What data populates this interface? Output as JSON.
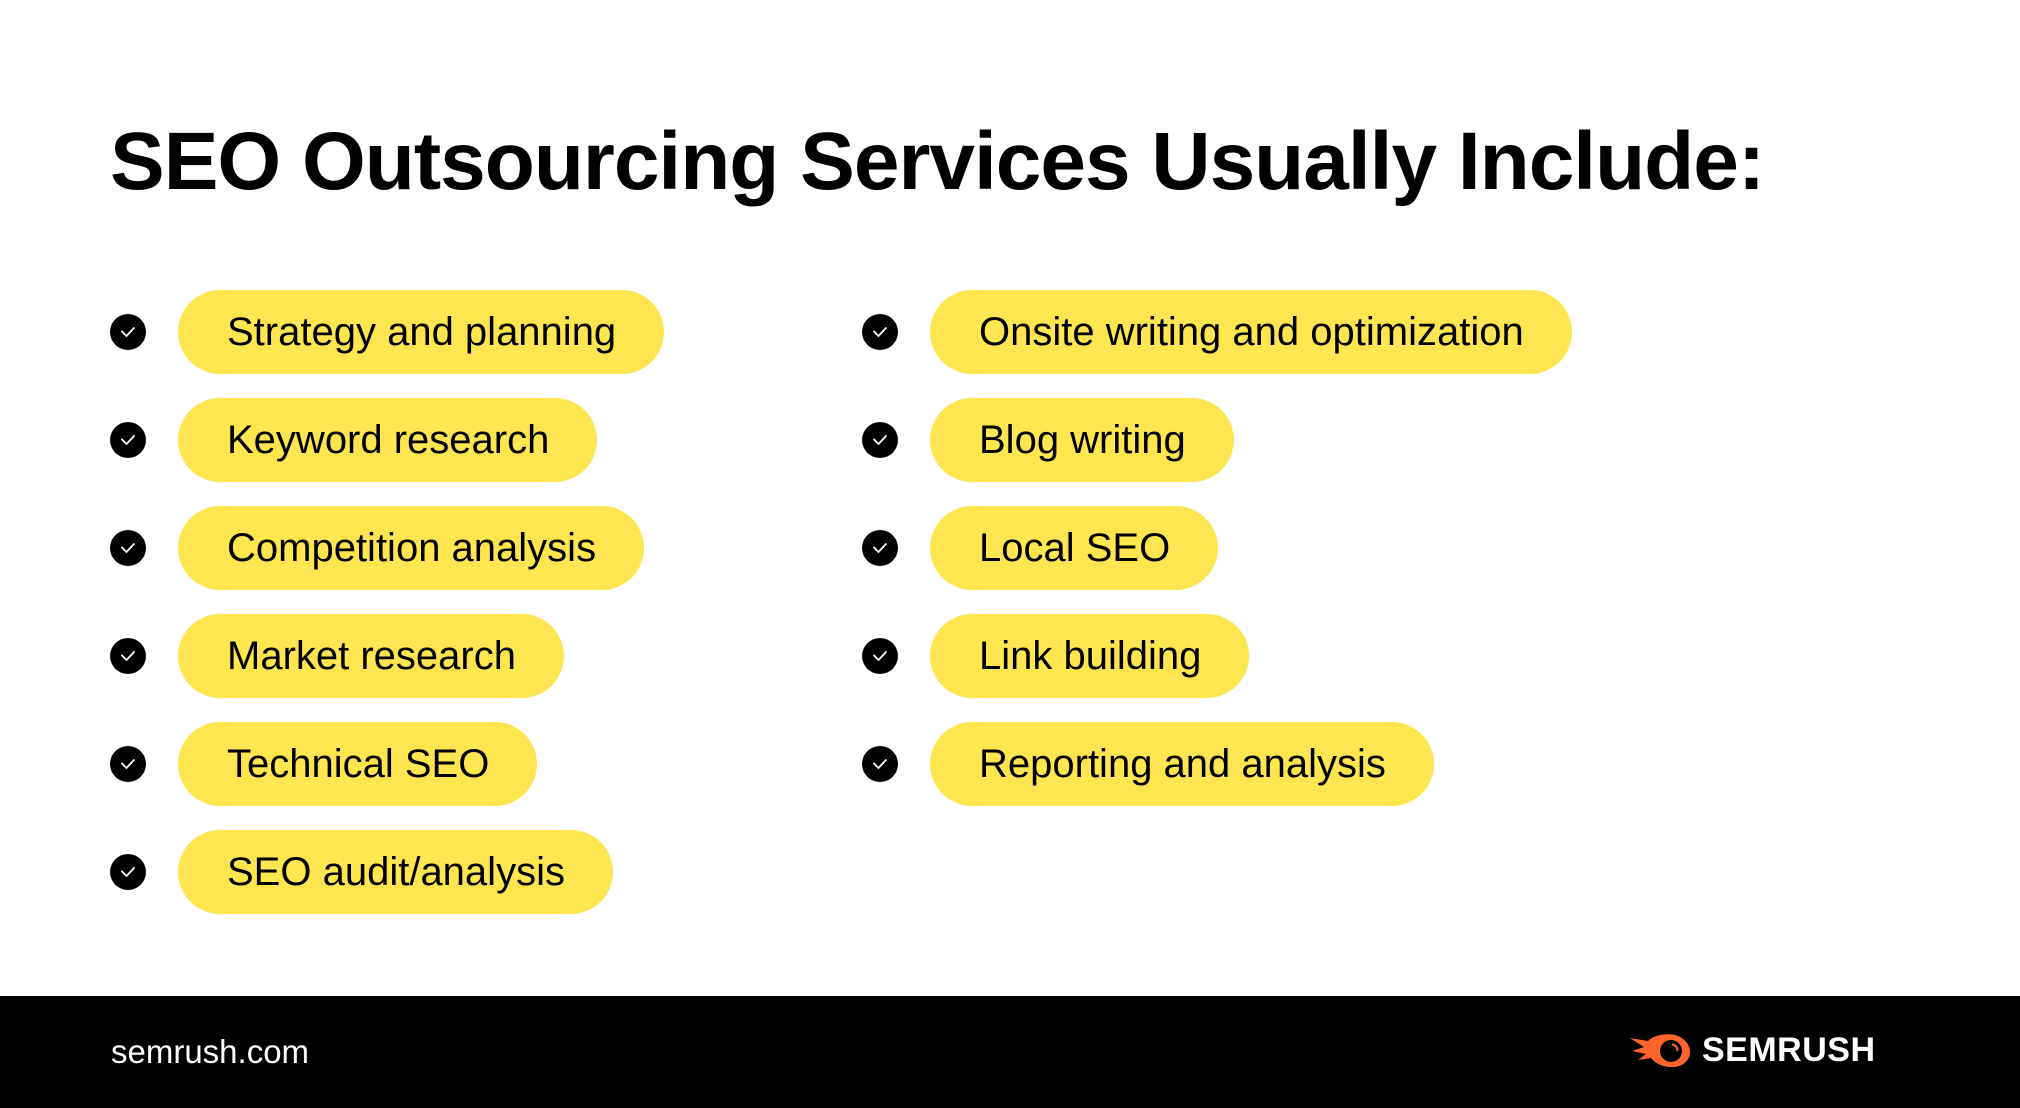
{
  "header": {
    "title": "SEO Outsourcing Services Usually Include:"
  },
  "services": {
    "left": [
      {
        "label": "Strategy and planning"
      },
      {
        "label": "Keyword research"
      },
      {
        "label": "Competition analysis"
      },
      {
        "label": "Market research"
      },
      {
        "label": "Technical SEO"
      },
      {
        "label": "SEO audit/analysis"
      }
    ],
    "right": [
      {
        "label": "Onsite writing and optimization"
      },
      {
        "label": "Blog writing"
      },
      {
        "label": "Local SEO"
      },
      {
        "label": "Link building"
      },
      {
        "label": "Reporting and analysis"
      }
    ],
    "bullet_icon": "check-circle-icon"
  },
  "footer": {
    "url": "semrush.com",
    "brand": "SEMRUSH",
    "logo_icon": "semrush-fireball-icon"
  },
  "colors": {
    "pill": "#FFE54F",
    "text": "#000000",
    "footer_bg": "#000000",
    "footer_text": "#FFFFFF",
    "brand_orange": "#FF642D"
  }
}
